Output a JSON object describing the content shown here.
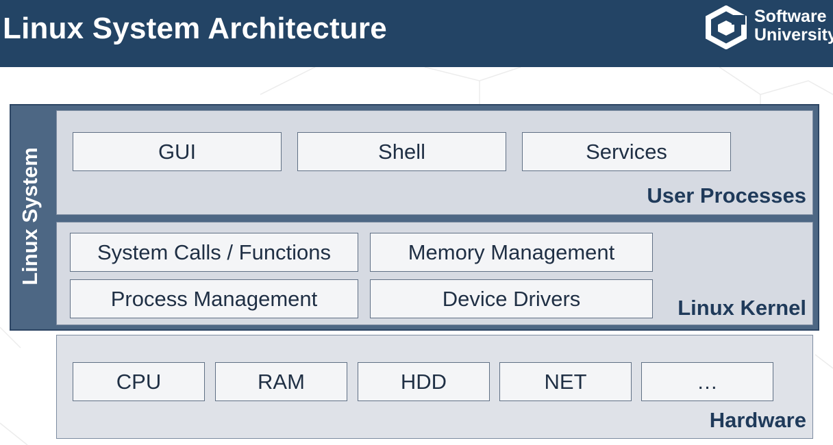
{
  "header": {
    "title": "Linux System Architecture",
    "logo_line1": "Software",
    "logo_line2": "University",
    "background_color": "#234465"
  },
  "diagram": {
    "outer_label": "Linux System",
    "user_processes": {
      "label": "User Processes",
      "items": [
        "GUI",
        "Shell",
        "Services"
      ]
    },
    "linux_kernel": {
      "label": "Linux Kernel",
      "items": [
        "System Calls / Functions",
        "Memory Management",
        "Process Management",
        "Device Drivers"
      ]
    },
    "hardware": {
      "label": "Hardware",
      "items": [
        "CPU",
        "RAM",
        "HDD",
        "NET",
        "…"
      ]
    }
  },
  "colors": {
    "header": "#234465",
    "outer_frame": "#4d6784",
    "panel": "#d6dae2",
    "box": "#f4f5f7",
    "label_text": "#1f3a5a"
  }
}
